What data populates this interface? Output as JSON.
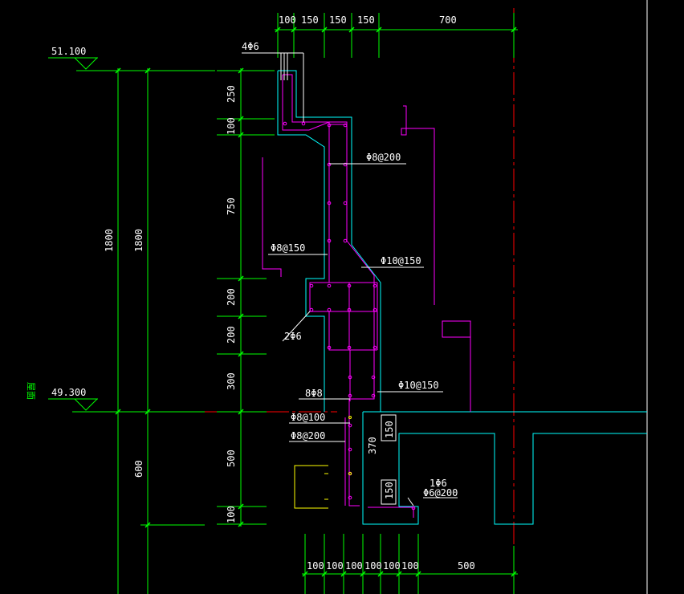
{
  "top_dims": [
    "100",
    "150",
    "150",
    "150",
    "700"
  ],
  "bottom_dims": [
    "100",
    "100",
    "100",
    "100",
    "100",
    "100",
    "500"
  ],
  "left_dims": [
    "250",
    "100",
    "750",
    "200",
    "200",
    "300",
    "500",
    "100"
  ],
  "overall_dims": [
    "1800",
    "1800",
    "600"
  ],
  "elevations": {
    "top": "51.100",
    "roof": "49.300",
    "roof_label": "屋面"
  },
  "rebar": {
    "top_bars": "4Φ6",
    "dist_1": "Φ8@200",
    "dist_2": "Φ8@150",
    "main_1": "Φ10@150",
    "bars_2": "2Φ6",
    "main_2": "Φ10@150",
    "bars_8": "8Φ8",
    "stirrup_1": "Φ8@100",
    "stirrup_2": "Φ8@200",
    "bars_1": "1Φ6",
    "dist_3": "Φ6@200"
  },
  "local_dims": [
    "150",
    "370",
    "150"
  ],
  "colors": {
    "background": "#000000",
    "dimension": "#00ff00",
    "concrete": "#00ffff",
    "rebar": "#ff00ff",
    "axis": "#ff0000",
    "misc": "#ffff00"
  }
}
